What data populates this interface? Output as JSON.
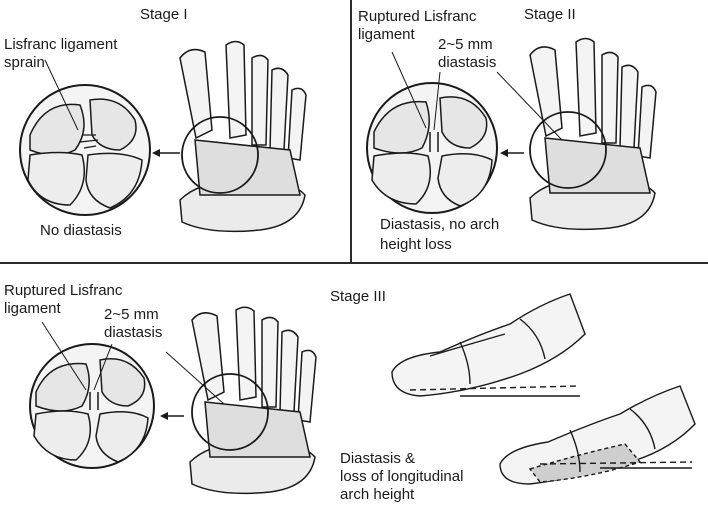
{
  "stage1": {
    "title": "Stage I",
    "callout_line1": "Lisfranc ligament",
    "callout_line2": "sprain",
    "note": "No diastasis"
  },
  "stage2": {
    "title": "Stage II",
    "callout_line1": "Ruptured Lisfranc",
    "callout_line2": "ligament",
    "measure_line1": "2~5 mm",
    "measure_line2": "diastasis",
    "note_line1": "Diastasis, no arch",
    "note_line2": "height loss"
  },
  "stage3": {
    "title": "Stage III",
    "callout_line1": "Ruptured Lisfranc",
    "callout_line2": "ligament",
    "measure_line1": "2~5 mm",
    "measure_line2": "diastasis",
    "note_line1": "Diastasis &",
    "note_line2": "loss of longitudinal",
    "note_line3": "arch height"
  },
  "colors": {
    "ink": "#1a1a1a",
    "bone": "#f4f4f4",
    "shade": "#c9c9c9",
    "frame": "#2b2b2b"
  }
}
